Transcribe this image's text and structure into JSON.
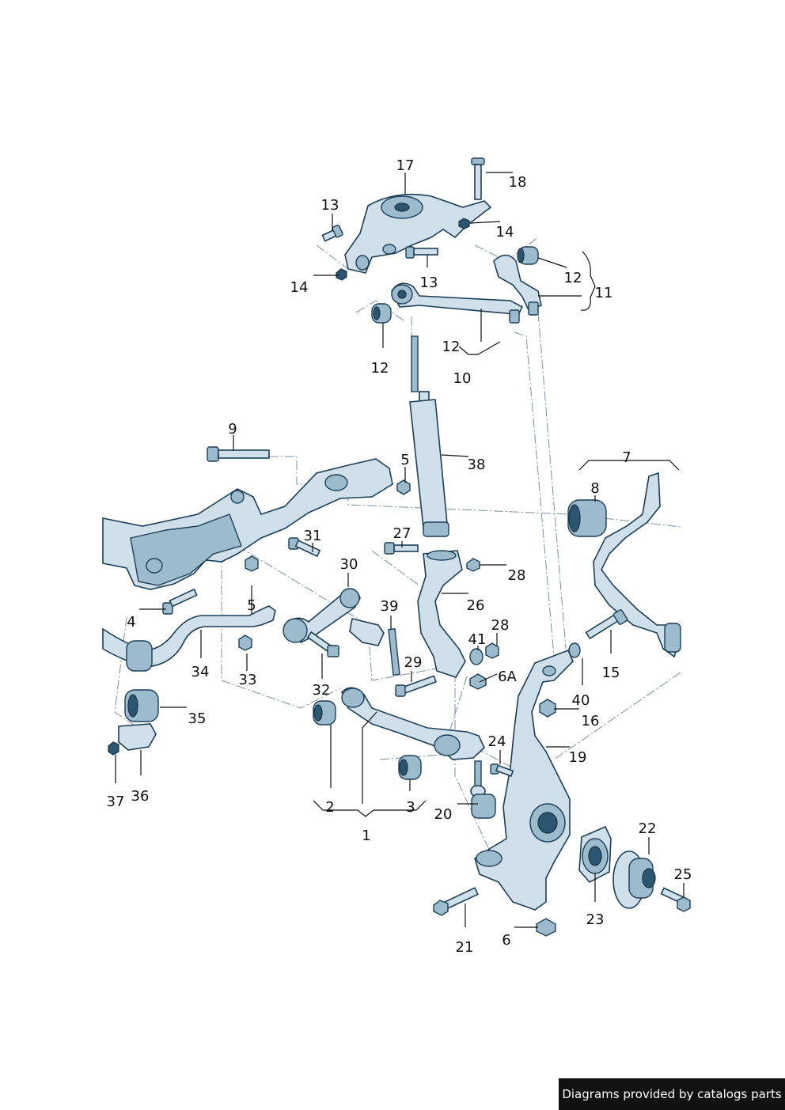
{
  "callouts": [
    {
      "id": "c17",
      "text": "17"
    },
    {
      "id": "c18",
      "text": "18"
    },
    {
      "id": "c13a",
      "text": "13"
    },
    {
      "id": "c14a",
      "text": "14"
    },
    {
      "id": "c14b",
      "text": "14"
    },
    {
      "id": "c13b",
      "text": "13"
    },
    {
      "id": "c12a",
      "text": "12"
    },
    {
      "id": "c11",
      "text": "11"
    },
    {
      "id": "c12b",
      "text": "12"
    },
    {
      "id": "c12c",
      "text": "12"
    },
    {
      "id": "c10",
      "text": "10"
    },
    {
      "id": "c9",
      "text": "9"
    },
    {
      "id": "c5a",
      "text": "5"
    },
    {
      "id": "c38",
      "text": "38"
    },
    {
      "id": "c7",
      "text": "7"
    },
    {
      "id": "c8",
      "text": "8"
    },
    {
      "id": "c31",
      "text": "31"
    },
    {
      "id": "c27",
      "text": "27"
    },
    {
      "id": "c30",
      "text": "30"
    },
    {
      "id": "c28a",
      "text": "28"
    },
    {
      "id": "c26",
      "text": "26"
    },
    {
      "id": "c5b",
      "text": "5"
    },
    {
      "id": "c39",
      "text": "39"
    },
    {
      "id": "c28b",
      "text": "28"
    },
    {
      "id": "c4",
      "text": "4"
    },
    {
      "id": "c41",
      "text": "41"
    },
    {
      "id": "c15",
      "text": "15"
    },
    {
      "id": "c34",
      "text": "34"
    },
    {
      "id": "c33",
      "text": "33"
    },
    {
      "id": "c32",
      "text": "32"
    },
    {
      "id": "c29",
      "text": "29"
    },
    {
      "id": "c6a",
      "text": "6A"
    },
    {
      "id": "c40",
      "text": "40"
    },
    {
      "id": "c35",
      "text": "35"
    },
    {
      "id": "c16",
      "text": "16"
    },
    {
      "id": "c19",
      "text": "19"
    },
    {
      "id": "c24",
      "text": "24"
    },
    {
      "id": "c37",
      "text": "37"
    },
    {
      "id": "c36",
      "text": "36"
    },
    {
      "id": "c2",
      "text": "2"
    },
    {
      "id": "c3",
      "text": "3"
    },
    {
      "id": "c20",
      "text": "20"
    },
    {
      "id": "c1",
      "text": "1"
    },
    {
      "id": "c22",
      "text": "22"
    },
    {
      "id": "c25",
      "text": "25"
    },
    {
      "id": "c23",
      "text": "23"
    },
    {
      "id": "c6",
      "text": "6"
    },
    {
      "id": "c21",
      "text": "21"
    }
  ],
  "footer": {
    "text": "Diagrams provided by catalogs parts"
  }
}
